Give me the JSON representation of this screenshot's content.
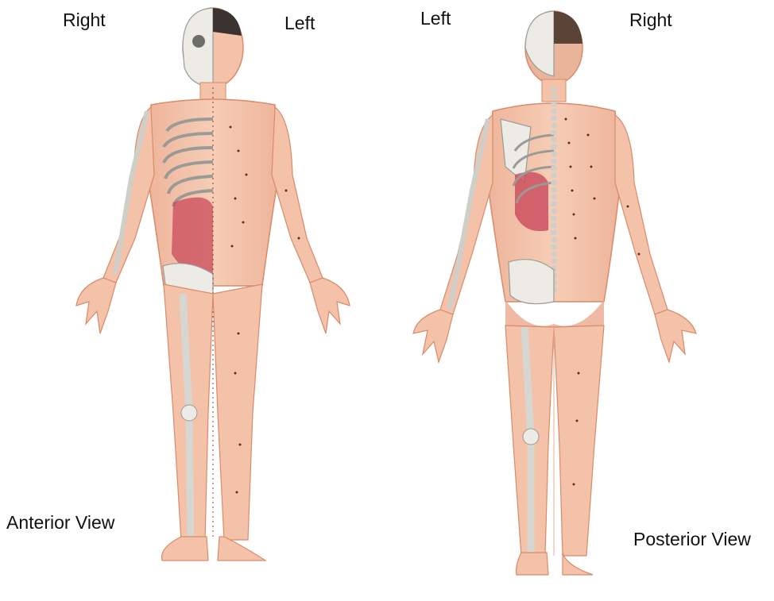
{
  "labels": {
    "anterior_right": "Right",
    "anterior_left": "Left",
    "posterior_left": "Left",
    "posterior_right": "Right",
    "anterior_view": "Anterior View",
    "posterior_view": "Posterior View"
  },
  "colors": {
    "skin": "#f3c2a8",
    "skin_edge": "#d98a6a",
    "bone": "#ecebe6",
    "bone_edge": "#9a9a96",
    "organ": "#c9485a",
    "meridian": "#8a3b2a"
  },
  "icons": {
    "anterior_figure": "anatomy-anterior-figure",
    "posterior_figure": "anatomy-posterior-figure"
  }
}
